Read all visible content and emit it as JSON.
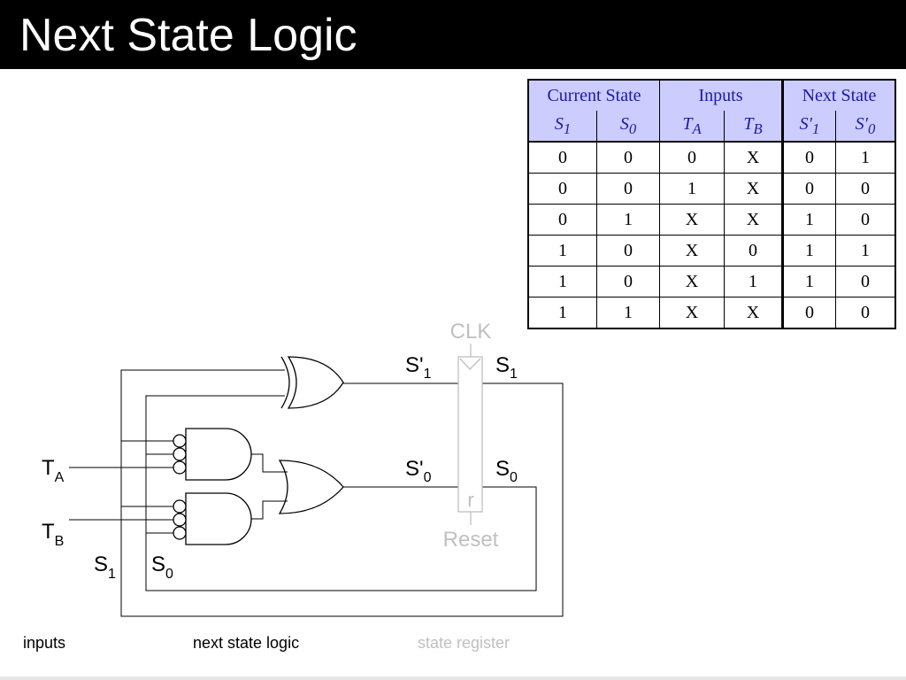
{
  "slide": {
    "title": "Next State Logic"
  },
  "table": {
    "groups": [
      "Current State",
      "Inputs",
      "Next State"
    ],
    "columns": [
      {
        "sym": "S",
        "sub": "1"
      },
      {
        "sym": "S",
        "sub": "0"
      },
      {
        "sym": "T",
        "sub": "A"
      },
      {
        "sym": "T",
        "sub": "B"
      },
      {
        "sym": "S′",
        "sub": "1"
      },
      {
        "sym": "S′",
        "sub": "0"
      }
    ],
    "rows": [
      [
        "0",
        "0",
        "0",
        "X",
        "0",
        "1"
      ],
      [
        "0",
        "0",
        "1",
        "X",
        "0",
        "0"
      ],
      [
        "0",
        "1",
        "X",
        "X",
        "1",
        "0"
      ],
      [
        "1",
        "0",
        "X",
        "0",
        "1",
        "1"
      ],
      [
        "1",
        "0",
        "X",
        "1",
        "1",
        "0"
      ],
      [
        "1",
        "1",
        "X",
        "X",
        "0",
        "0"
      ]
    ],
    "header_bg": "#ccccff",
    "header_text": "#1a1aa8"
  },
  "circuit": {
    "inputs": {
      "ta": {
        "sym": "T",
        "sub": "A"
      },
      "tb": {
        "sym": "T",
        "sub": "B"
      },
      "s1": {
        "sym": "S",
        "sub": "1"
      },
      "s0": {
        "sym": "S",
        "sub": "0"
      }
    },
    "next": {
      "s1p": {
        "sym": "S'",
        "sub": "1"
      },
      "s0p": {
        "sym": "S'",
        "sub": "0"
      }
    },
    "outputs": {
      "s1": {
        "sym": "S",
        "sub": "1"
      },
      "s0": {
        "sym": "S",
        "sub": "0"
      }
    },
    "register": {
      "clk": "CLK",
      "r": "r",
      "reset": "Reset"
    },
    "gray": "#c0c0c0"
  },
  "captions": {
    "inputs": "inputs",
    "next_logic": "next state logic",
    "state_register": "state register"
  }
}
